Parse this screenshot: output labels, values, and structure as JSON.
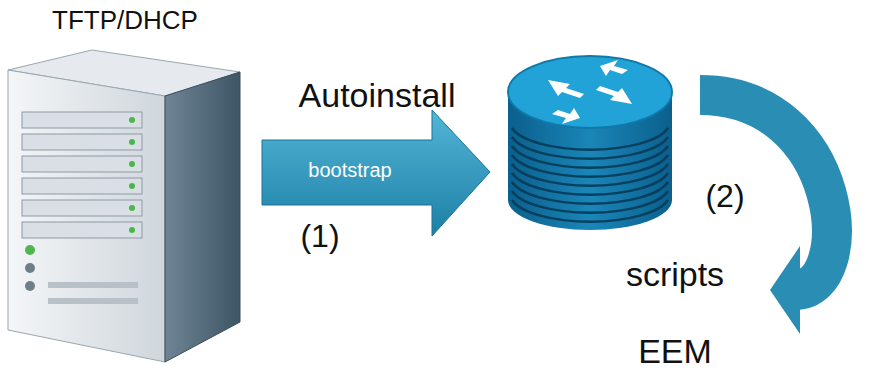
{
  "diagram": {
    "nodes": [
      {
        "text": [
          "TFTP/DHCP"
        ]
      }
    ],
    "labels": [
      "Autoinstall",
      "bootstrap",
      "(1)",
      "(2)",
      "scripts EEM"
    ]
  }
}
